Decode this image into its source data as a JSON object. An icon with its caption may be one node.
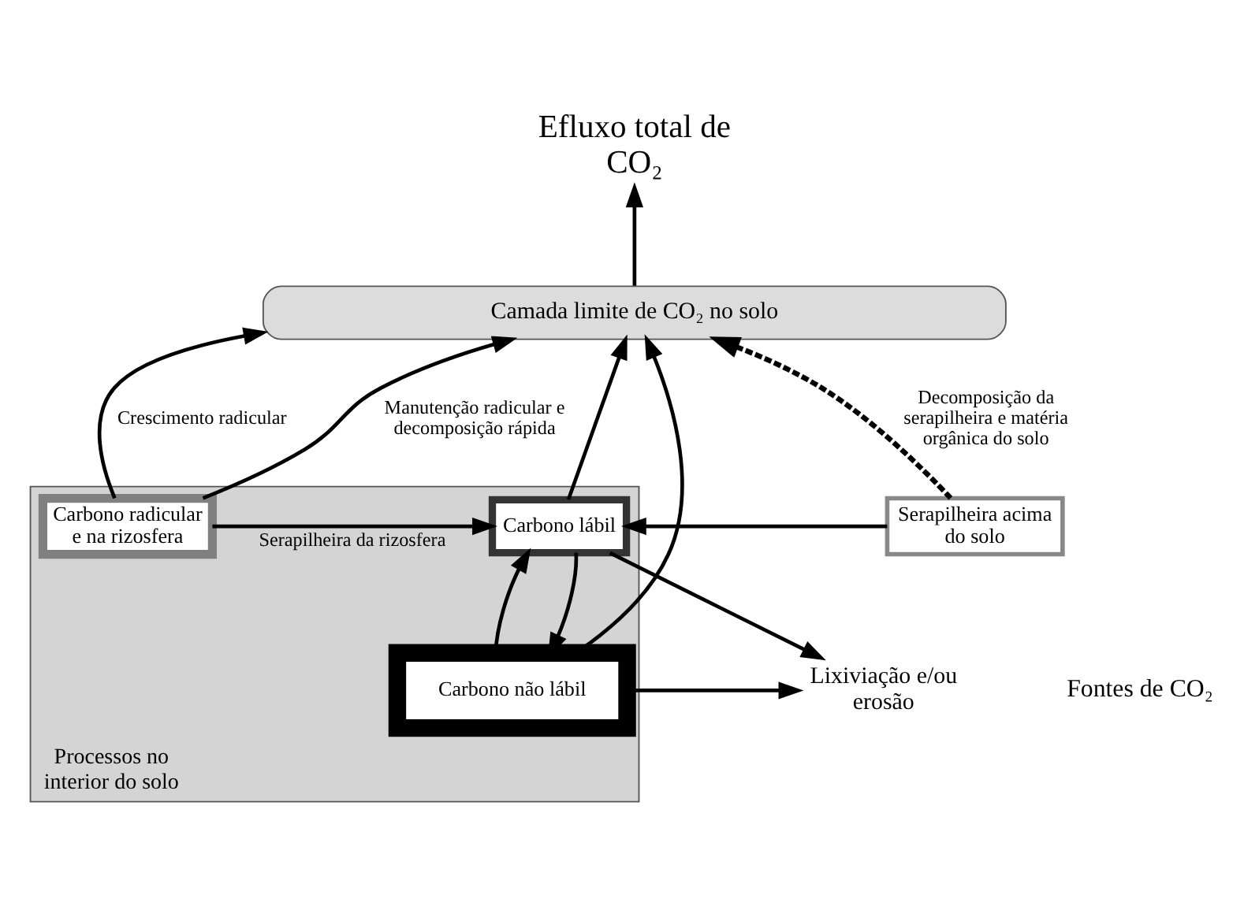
{
  "diagram": {
    "nodes": [
      {
        "text": [
          "Efluxo total de CO₂"
        ]
      },
      {
        "text": [
          "Camada limite de CO₂ no solo"
        ]
      },
      {
        "text": [
          "Processos no interior do solo"
        ]
      },
      {
        "text": [
          "Serapilheira acima do solo"
        ]
      },
      {
        "text": [
          "Carbono radicular e na rizosfera"
        ],
        "in": 2
      },
      {
        "text": [
          "Carbono lábil"
        ],
        "in": 2
      },
      {
        "text": [
          "Carbono não lábil"
        ],
        "in": 2
      },
      {
        "text": [
          "Lixiviação e/ou erosão"
        ]
      }
    ],
    "edges": [
      {
        "from": 1,
        "to": 0,
        "arrow": "to"
      },
      {
        "from": 4,
        "to": 1,
        "arrow": "to",
        "label": "Crescimento radicular"
      },
      {
        "from": 4,
        "to": 1,
        "arrow": "to",
        "label": "Manutenção radicular e decomposição rápida"
      },
      {
        "from": 3,
        "to": 1,
        "arrow": "to",
        "style": "dashed",
        "label": "Decomposição da serapilheira e matéria orgânica do solo"
      },
      {
        "from": 5,
        "to": 1,
        "arrow": "to"
      },
      {
        "from": 6,
        "to": 1,
        "arrow": "to"
      },
      {
        "from": 3,
        "to": 5,
        "arrow": "to"
      },
      {
        "from": 4,
        "to": 5,
        "arrow": "to",
        "label": "Serapilheira da rizosfera"
      },
      {
        "from": 5,
        "to": 6,
        "arrow": "to"
      },
      {
        "from": 6,
        "to": 5,
        "arrow": "to"
      },
      {
        "from": 5,
        "to": 7,
        "arrow": "to"
      },
      {
        "from": 6,
        "to": 7,
        "arrow": "to"
      }
    ],
    "labels": [
      "Fontes de CO₂"
    ]
  }
}
